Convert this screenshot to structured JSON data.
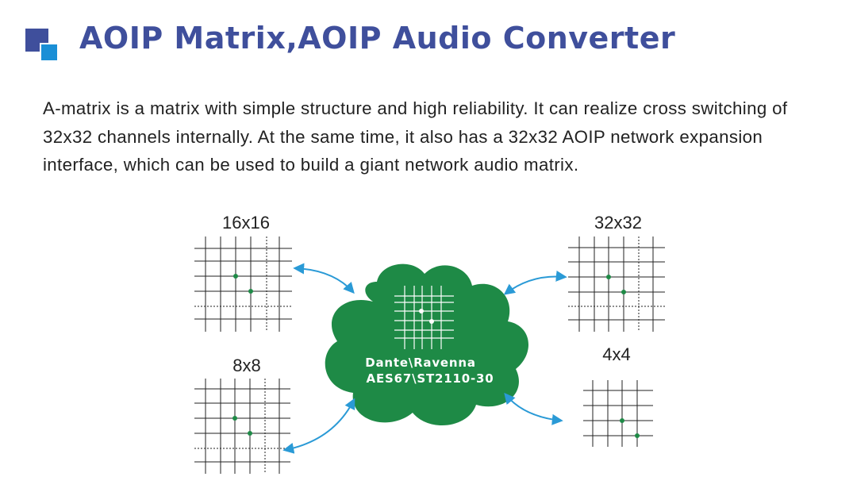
{
  "header": {
    "title": "AOIP Matrix,AOIP Audio Converter"
  },
  "description": "A-matrix is a matrix with simple structure and high reliability. It can realize cross switching of 32x32 channels internally. At the same time, it also has a 32x32 AOIP network expansion interface, which can be used to build a giant network audio matrix.",
  "diagram": {
    "center": {
      "line1": "Dante\\Ravenna",
      "line2": "AES67\\ST2110-30"
    },
    "matrices": {
      "m16": "16x16",
      "m32": "32x32",
      "m8": "8x8",
      "m4": "4x4"
    }
  },
  "colors": {
    "title": "#3f4f9c",
    "icon_blue": "#1a8fd6",
    "cloud": "#1e8a46",
    "arrow": "#2a9ad6",
    "node": "#1e8a46"
  }
}
